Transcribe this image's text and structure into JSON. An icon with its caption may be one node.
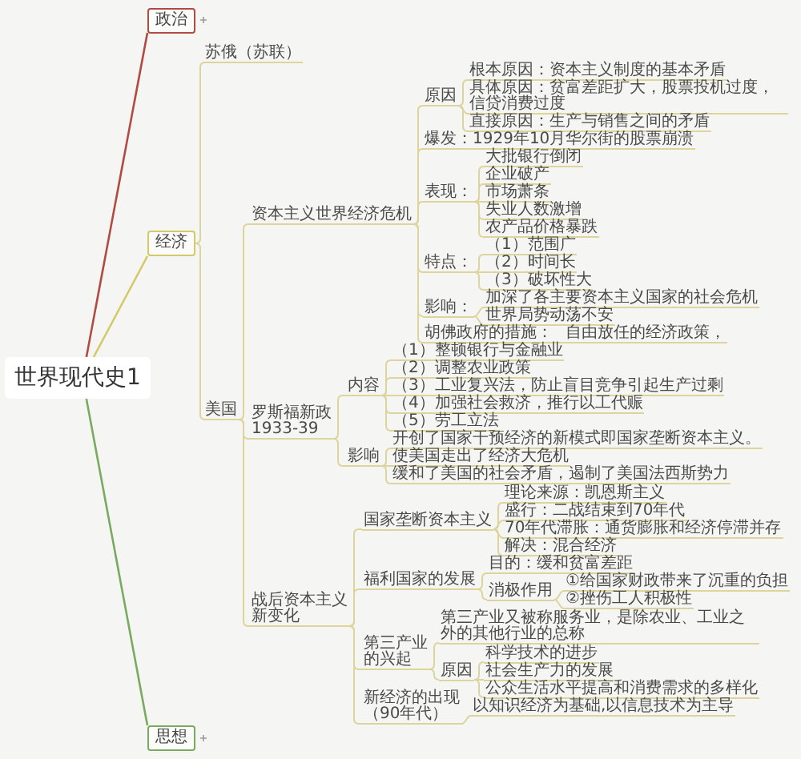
{
  "diagram": {
    "nodes": [
      {
        "text": [
          "世界现代史1"
        ]
      },
      {
        "text": [
          "政治"
        ]
      },
      {
        "text": [
          "经济"
        ]
      },
      {
        "text": [
          "苏俄（苏联）"
        ]
      },
      {
        "text": [
          "美国"
        ]
      },
      {
        "text": [
          "资本主义世界经济危机"
        ]
      },
      {
        "text": [
          "原因"
        ]
      },
      {
        "text": [
          "根本原因：资本主义制度的基本矛盾"
        ]
      },
      {
        "text": [
          "具体原因：贫富差距扩大，股票投机过度，信贷消费过度"
        ]
      },
      {
        "text": [
          "直接原因：生产与销售之间的矛盾"
        ]
      },
      {
        "text": [
          "爆发：1929年10月华尔街的股票崩溃"
        ]
      },
      {
        "text": [
          "表现："
        ]
      },
      {
        "text": [
          "大批银行倒闭"
        ]
      },
      {
        "text": [
          "企业破产"
        ]
      },
      {
        "text": [
          "市场萧条"
        ]
      },
      {
        "text": [
          "失业人数激增"
        ]
      },
      {
        "text": [
          "农产品价格暴跌"
        ]
      },
      {
        "text": [
          "特点："
        ]
      },
      {
        "text": [
          "（1）范围广"
        ]
      },
      {
        "text": [
          "（2）时间长"
        ]
      },
      {
        "text": [
          "（3）破坏性大"
        ]
      },
      {
        "text": [
          "影响："
        ]
      },
      {
        "text": [
          "加深了各主要资本主义国家的社会危机"
        ]
      },
      {
        "text": [
          "世界局势动荡不安"
        ]
      },
      {
        "text": [
          "胡佛政府的措施："
        ]
      },
      {
        "text": [
          "自由放任的经济政策，"
        ]
      },
      {
        "text": [
          "罗斯福新政1933-39"
        ]
      },
      {
        "text": [
          "内容"
        ]
      },
      {
        "text": [
          "（1）整顿银行与金融业"
        ]
      },
      {
        "text": [
          "（2）调整农业政策"
        ]
      },
      {
        "text": [
          "（3）工业复兴法，防止盲目竞争引起生产过剩"
        ]
      },
      {
        "text": [
          "（4）加强社会救济，推行以工代赈"
        ]
      },
      {
        "text": [
          "（5）劳工立法"
        ]
      },
      {
        "text": [
          "影响"
        ]
      },
      {
        "text": [
          "开创了国家干预经济的新模式即国家垄断资本主义。"
        ]
      },
      {
        "text": [
          "使美国走出了经济大危机"
        ]
      },
      {
        "text": [
          "缓和了美国的社会矛盾，遏制了美国法西斯势力"
        ]
      },
      {
        "text": [
          "战后资本主义新变化"
        ]
      },
      {
        "text": [
          "国家垄断资本主义"
        ]
      },
      {
        "text": [
          "理论来源：凯恩斯主义"
        ]
      },
      {
        "text": [
          "盛行：二战结束到70年代"
        ]
      },
      {
        "text": [
          "70年代滞胀：通货膨胀和经济停滞并存"
        ]
      },
      {
        "text": [
          "解决：混合经济"
        ]
      },
      {
        "text": [
          "福利国家的发展"
        ]
      },
      {
        "text": [
          "目的：缓和贫富差距"
        ]
      },
      {
        "text": [
          "消极作用"
        ]
      },
      {
        "text": [
          "①给国家财政带来了沉重的负担"
        ]
      },
      {
        "text": [
          "②挫伤工人积极性"
        ]
      },
      {
        "text": [
          "第三产业的兴起"
        ]
      },
      {
        "text": [
          "第三产业又被称服务业，是除农业、工业之外的其他行业的总称"
        ]
      },
      {
        "text": [
          "原因"
        ]
      },
      {
        "text": [
          "科学技术的进步"
        ]
      },
      {
        "text": [
          "社会生产力的发展"
        ]
      },
      {
        "text": [
          "公众生活水平提高和消费需求的多样化"
        ]
      },
      {
        "text": [
          "新经济的出现（90年代）"
        ]
      },
      {
        "text": [
          "以知识经济为基础,以信息技术为主导"
        ]
      },
      {
        "text": [
          "思想"
        ]
      }
    ],
    "edges": [
      {
        "from": 0,
        "to": 1,
        "arrow": "none",
        "color": "#b24a44"
      },
      {
        "from": 0,
        "to": 2,
        "arrow": "none",
        "color": "#d3c968"
      },
      {
        "from": 2,
        "to": 3,
        "arrow": "none"
      },
      {
        "from": 2,
        "to": 4,
        "arrow": "none"
      },
      {
        "from": 4,
        "to": 5,
        "arrow": "none"
      },
      {
        "from": 5,
        "to": 6,
        "arrow": "none"
      },
      {
        "from": 6,
        "to": 7,
        "arrow": "none"
      },
      {
        "from": 6,
        "to": 8,
        "arrow": "none"
      },
      {
        "from": 6,
        "to": 9,
        "arrow": "none"
      },
      {
        "from": 5,
        "to": 10,
        "arrow": "none"
      },
      {
        "from": 5,
        "to": 11,
        "arrow": "none"
      },
      {
        "from": 11,
        "to": 12,
        "arrow": "none"
      },
      {
        "from": 11,
        "to": 13,
        "arrow": "none"
      },
      {
        "from": 11,
        "to": 14,
        "arrow": "none"
      },
      {
        "from": 11,
        "to": 15,
        "arrow": "none"
      },
      {
        "from": 11,
        "to": 16,
        "arrow": "none"
      },
      {
        "from": 5,
        "to": 17,
        "arrow": "none"
      },
      {
        "from": 17,
        "to": 18,
        "arrow": "none"
      },
      {
        "from": 17,
        "to": 19,
        "arrow": "none"
      },
      {
        "from": 17,
        "to": 20,
        "arrow": "none"
      },
      {
        "from": 5,
        "to": 21,
        "arrow": "none"
      },
      {
        "from": 21,
        "to": 22,
        "arrow": "none"
      },
      {
        "from": 21,
        "to": 23,
        "arrow": "none"
      },
      {
        "from": 5,
        "to": 24,
        "arrow": "none"
      },
      {
        "from": 24,
        "to": 25,
        "arrow": "none"
      },
      {
        "from": 4,
        "to": 26,
        "arrow": "none"
      },
      {
        "from": 26,
        "to": 27,
        "arrow": "none"
      },
      {
        "from": 27,
        "to": 28,
        "arrow": "none"
      },
      {
        "from": 27,
        "to": 29,
        "arrow": "none"
      },
      {
        "from": 27,
        "to": 30,
        "arrow": "none"
      },
      {
        "from": 27,
        "to": 31,
        "arrow": "none"
      },
      {
        "from": 27,
        "to": 32,
        "arrow": "none"
      },
      {
        "from": 26,
        "to": 33,
        "arrow": "none"
      },
      {
        "from": 33,
        "to": 34,
        "arrow": "none"
      },
      {
        "from": 33,
        "to": 35,
        "arrow": "none"
      },
      {
        "from": 33,
        "to": 36,
        "arrow": "none"
      },
      {
        "from": 4,
        "to": 37,
        "arrow": "none"
      },
      {
        "from": 37,
        "to": 38,
        "arrow": "none"
      },
      {
        "from": 38,
        "to": 39,
        "arrow": "none"
      },
      {
        "from": 38,
        "to": 40,
        "arrow": "none"
      },
      {
        "from": 38,
        "to": 41,
        "arrow": "none"
      },
      {
        "from": 38,
        "to": 42,
        "arrow": "none"
      },
      {
        "from": 37,
        "to": 43,
        "arrow": "none"
      },
      {
        "from": 43,
        "to": 44,
        "arrow": "none"
      },
      {
        "from": 43,
        "to": 45,
        "arrow": "none"
      },
      {
        "from": 45,
        "to": 46,
        "arrow": "none"
      },
      {
        "from": 45,
        "to": 47,
        "arrow": "none"
      },
      {
        "from": 37,
        "to": 48,
        "arrow": "none"
      },
      {
        "from": 48,
        "to": 49,
        "arrow": "none"
      },
      {
        "from": 48,
        "to": 50,
        "arrow": "none"
      },
      {
        "from": 50,
        "to": 51,
        "arrow": "none"
      },
      {
        "from": 50,
        "to": 52,
        "arrow": "none"
      },
      {
        "from": 50,
        "to": 53,
        "arrow": "none"
      },
      {
        "from": 37,
        "to": 54,
        "arrow": "none"
      },
      {
        "from": 54,
        "to": 55,
        "arrow": "none"
      },
      {
        "from": 0,
        "to": 56,
        "arrow": "none",
        "color": "#79aa5f"
      }
    ]
  }
}
